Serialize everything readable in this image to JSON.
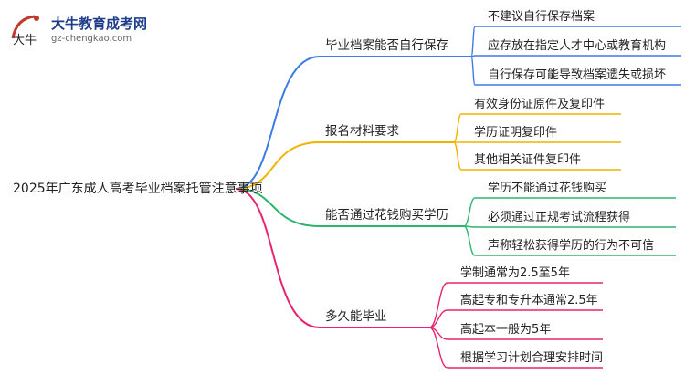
{
  "logo": {
    "name_cn": "大牛教育成考网",
    "domain": "gz-chengkao.com",
    "mark_text": "大牛"
  },
  "root": {
    "label": "2025年广东成人高考毕业档案托管注意事项"
  },
  "branches": [
    {
      "label": "毕业档案能否自行保存",
      "color": "#3b7be3",
      "leaves": [
        "不建议自行保存档案",
        "应存放在指定人才中心或教育机构",
        "自行保存可能导致档案遗失或损坏"
      ]
    },
    {
      "label": "报名材料要求",
      "color": "#f0b400",
      "leaves": [
        "有效身份证原件及复印件",
        "学历证明复印件",
        "其他相关证件复印件"
      ]
    },
    {
      "label": "能否通过花钱购买学历",
      "color": "#2db56e",
      "leaves": [
        "学历不能通过花钱购买",
        "必须通过正规考试流程获得",
        "声称轻松获得学历的行为不可信"
      ]
    },
    {
      "label": "多久能毕业",
      "color": "#e8246f",
      "leaves": [
        "学制通常为2.5至5年",
        "高起专和专升本通常2.5年",
        "高起本一般为5年",
        "根据学习计划合理安排时间"
      ]
    }
  ]
}
